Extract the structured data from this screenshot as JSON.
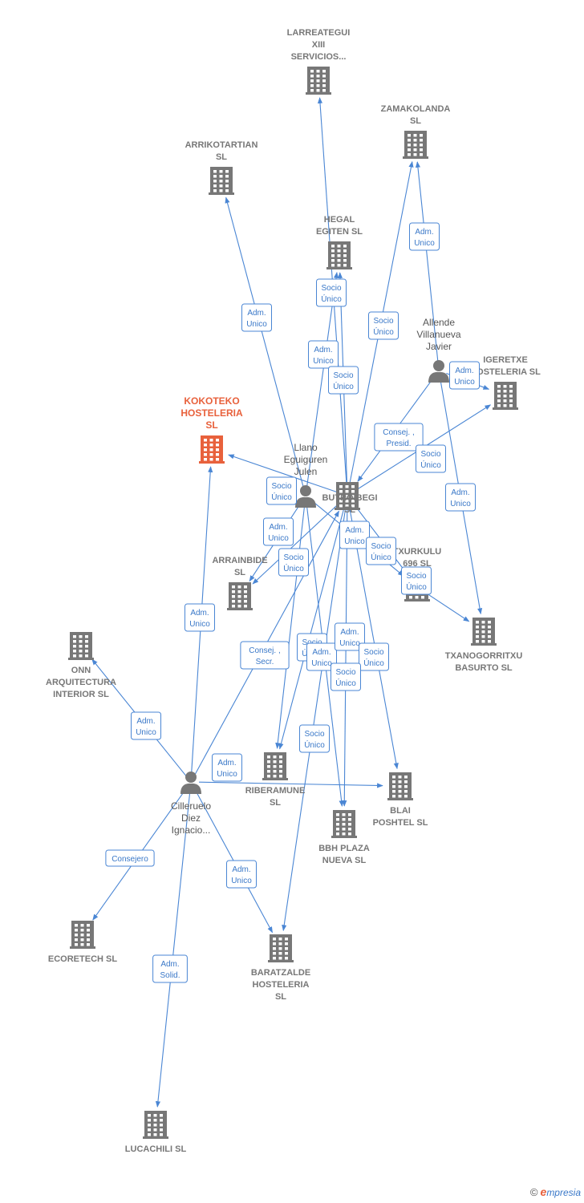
{
  "nodes": [
    {
      "id": "larreategui",
      "type": "company",
      "lines": [
        "LARREATEGUI",
        "XIII",
        "SERVICIOS..."
      ]
    },
    {
      "id": "zamakolanda",
      "type": "company",
      "lines": [
        "ZAMAKOLANDA",
        "SL"
      ]
    },
    {
      "id": "arrikotartian",
      "type": "company",
      "lines": [
        "ARRIKOTARTIAN",
        "SL"
      ]
    },
    {
      "id": "hegal",
      "type": "company",
      "lines": [
        "HEGAL",
        "EGITEN  SL"
      ]
    },
    {
      "id": "allende",
      "type": "person",
      "lines": [
        "Allende",
        "Villanueva",
        "Javier"
      ]
    },
    {
      "id": "igeretxe",
      "type": "company",
      "lines": [
        "IGERETXE",
        "HOSTELERIA SL"
      ]
    },
    {
      "id": "kokoteko",
      "type": "company",
      "focus": true,
      "lines": [
        "KOKOTEKO",
        "HOSTELERIA",
        "SL"
      ]
    },
    {
      "id": "llano",
      "type": "person",
      "lines": [
        "Llano",
        "Eguiguren",
        "Julen"
      ]
    },
    {
      "id": "butroibegi",
      "type": "company",
      "lines": [
        "BUTROIBEGI",
        "SL"
      ]
    },
    {
      "id": "arrainbide",
      "type": "company",
      "lines": [
        "ARRAINBIDE",
        "SL"
      ]
    },
    {
      "id": "txurkulu",
      "type": "company",
      "lines": [
        "TXURKULU",
        "696  SL"
      ]
    },
    {
      "id": "txanogorritxu",
      "type": "company",
      "lines": [
        "TXANOGORRITXU",
        "BASURTO  SL"
      ]
    },
    {
      "id": "onn",
      "type": "company",
      "lines": [
        "ONN",
        "ARQUITECTURA",
        "INTERIOR SL"
      ]
    },
    {
      "id": "riberamune",
      "type": "company",
      "lines": [
        "RIBERAMUNE",
        "SL"
      ]
    },
    {
      "id": "blai",
      "type": "company",
      "lines": [
        "BLAI",
        "POSHTEL  SL"
      ]
    },
    {
      "id": "cilleruelo",
      "type": "person",
      "lines": [
        "Cilleruelo",
        "Diez",
        "Ignacio..."
      ]
    },
    {
      "id": "bbh",
      "type": "company",
      "lines": [
        "BBH PLAZA",
        "NUEVA SL"
      ]
    },
    {
      "id": "ecoretech",
      "type": "company",
      "lines": [
        "ECORETECH SL"
      ]
    },
    {
      "id": "baratzalde",
      "type": "company",
      "lines": [
        "BARATZALDE",
        "HOSTELERIA",
        "SL"
      ]
    },
    {
      "id": "lucachili",
      "type": "company",
      "lines": [
        "LUCACHILI  SL"
      ]
    }
  ],
  "edges": [
    {
      "from": "allende",
      "to": "zamakolanda",
      "lines": [
        "Adm.",
        "Unico"
      ]
    },
    {
      "from": "llano",
      "to": "arrikotartian",
      "lines": [
        "Adm.",
        "Unico"
      ]
    },
    {
      "from": "butroibegi",
      "to": "larreategui",
      "lines": [
        "Socio",
        "Único"
      ]
    },
    {
      "from": "llano",
      "to": "hegal",
      "lines": [
        "Adm.",
        "Unico"
      ]
    },
    {
      "from": "butroibegi",
      "to": "hegal",
      "lines": [
        "Socio",
        "Único"
      ]
    },
    {
      "from": "butroibegi",
      "to": "zamakolanda",
      "lines": [
        "Socio",
        "Único"
      ]
    },
    {
      "from": "allende",
      "to": "igeretxe",
      "lines": [
        "Adm.",
        "Unico"
      ]
    },
    {
      "from": "allende",
      "to": "butroibegi",
      "lines": [
        "Consej. ,",
        "Presid."
      ]
    },
    {
      "from": "butroibegi",
      "to": "igeretxe",
      "lines": [
        "Socio",
        "Único"
      ]
    },
    {
      "from": "allende",
      "to": "txanogorritxu",
      "lines": [
        "Adm.",
        "Unico"
      ]
    },
    {
      "from": "butroibegi",
      "to": "kokoteko",
      "lines": [
        "Socio",
        "Único"
      ]
    },
    {
      "from": "llano",
      "to": "arrainbide",
      "lines": [
        "Adm.",
        "Unico"
      ]
    },
    {
      "from": "butroibegi",
      "to": "arrainbide",
      "lines": [
        "Socio",
        "Único"
      ]
    },
    {
      "from": "llano",
      "to": "txurkulu",
      "lines": [
        "Adm.",
        "Unico"
      ]
    },
    {
      "from": "butroibegi",
      "to": "txurkulu",
      "lines": [
        "Socio",
        "Único"
      ]
    },
    {
      "from": "txurkulu",
      "to": "txanogorritxu",
      "lines": [
        "Socio",
        "Único"
      ]
    },
    {
      "from": "cilleruelo",
      "to": "kokoteko",
      "lines": [
        "Adm.",
        "Unico"
      ]
    },
    {
      "from": "cilleruelo",
      "to": "butroibegi",
      "lines": [
        "Consej. ,",
        "Secr."
      ]
    },
    {
      "from": "butroibegi",
      "to": "riberamune",
      "lines": [
        "Socio",
        "Único"
      ]
    },
    {
      "from": "llano",
      "to": "riberamune",
      "lines": [
        "Adm.",
        "Unico"
      ]
    },
    {
      "from": "llano",
      "to": "bbh",
      "lines": [
        "Adm.",
        "Unico"
      ]
    },
    {
      "from": "butroibegi",
      "to": "blai",
      "lines": [
        "Socio",
        "Único"
      ]
    },
    {
      "from": "butroibegi",
      "to": "bbh",
      "lines": [
        "Socio",
        "Único"
      ]
    },
    {
      "from": "butroibegi",
      "to": "baratzalde",
      "lines": [
        "Socio",
        "Único"
      ]
    },
    {
      "from": "cilleruelo",
      "to": "onn",
      "lines": [
        "Adm.",
        "Unico"
      ]
    },
    {
      "from": "cilleruelo",
      "to": "blai",
      "lines": [
        "Adm.",
        "Unico"
      ]
    },
    {
      "from": "cilleruelo",
      "to": "ecoretech",
      "lines": [
        "Consejero"
      ]
    },
    {
      "from": "cilleruelo",
      "to": "baratzalde",
      "lines": [
        "Adm.",
        "Unico"
      ]
    },
    {
      "from": "cilleruelo",
      "to": "lucachili",
      "lines": [
        "Adm.",
        "Solid."
      ]
    }
  ],
  "footer": {
    "copyright": "©",
    "brand_initial": "e",
    "brand_rest": "mpresia"
  },
  "colors": {
    "edge": "#4a86d4",
    "company": "#777777",
    "focus": "#e8613c",
    "person": "#777777"
  }
}
